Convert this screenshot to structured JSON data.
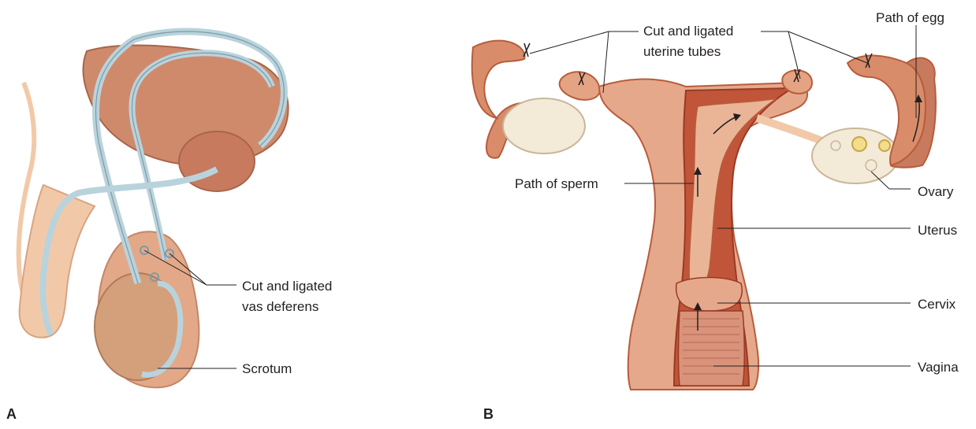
{
  "panels": {
    "a": "A",
    "b": "B"
  },
  "male_labels": {
    "vas_line1": "Cut and ligated",
    "vas_line2": "vas deferens",
    "scrotum": "Scrotum"
  },
  "female_labels": {
    "tubes_line1": "Cut and ligated",
    "tubes_line2": "uterine tubes",
    "path_of_egg": "Path of egg",
    "path_of_sperm": "Path of sperm",
    "ovary": "Ovary",
    "uterus": "Uterus",
    "cervix": "Cervix",
    "vagina": "Vagina"
  },
  "colors": {
    "tissue": "#d98c6a",
    "tissue_dark": "#b85c3c",
    "tissue_light": "#f2c9a8",
    "duct_blue": "#b9d3dc",
    "duct_blue_edge": "#7f9aa6",
    "ovary": "#f3ead8",
    "leader_line": "#231f20"
  }
}
